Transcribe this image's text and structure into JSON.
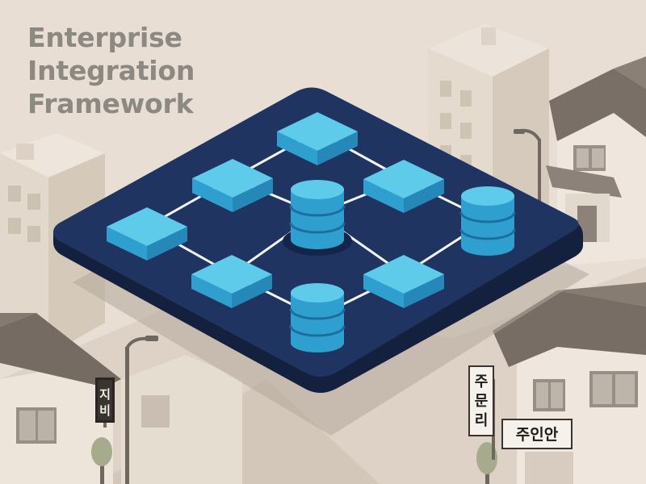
{
  "title": {
    "lines": [
      "Enterprise",
      "Integration",
      "Framework"
    ]
  },
  "signs": {
    "left_vertical": [
      "지",
      "비"
    ],
    "right_vertical": [
      "주",
      "문",
      "리"
    ],
    "right_horizontal": "주인안"
  },
  "colors": {
    "background": "#e7ddd2",
    "platform": "#1f3461",
    "platform_edge": "#13213f",
    "node_top": "#5ecbea",
    "node_side": "#2f9fd0",
    "connector": "#f2f4f8",
    "title_text": "#8c8882"
  },
  "diagram": {
    "nodes": [
      {
        "id": "n-top",
        "type": "module"
      },
      {
        "id": "n-upper-left",
        "type": "module"
      },
      {
        "id": "n-upper-right",
        "type": "module"
      },
      {
        "id": "n-far-left",
        "type": "module"
      },
      {
        "id": "n-center",
        "type": "database"
      },
      {
        "id": "n-far-right",
        "type": "database"
      },
      {
        "id": "n-lower-left",
        "type": "module"
      },
      {
        "id": "n-lower-right",
        "type": "module"
      },
      {
        "id": "n-bottom",
        "type": "database"
      }
    ],
    "connections": [
      [
        "n-top",
        "n-upper-left"
      ],
      [
        "n-top",
        "n-upper-right"
      ],
      [
        "n-upper-left",
        "n-far-left"
      ],
      [
        "n-upper-left",
        "n-center"
      ],
      [
        "n-upper-right",
        "n-center"
      ],
      [
        "n-upper-right",
        "n-far-right"
      ],
      [
        "n-far-left",
        "n-lower-left"
      ],
      [
        "n-center",
        "n-lower-left"
      ],
      [
        "n-center",
        "n-lower-right"
      ],
      [
        "n-far-right",
        "n-lower-right"
      ],
      [
        "n-lower-left",
        "n-bottom"
      ],
      [
        "n-lower-right",
        "n-bottom"
      ]
    ]
  }
}
